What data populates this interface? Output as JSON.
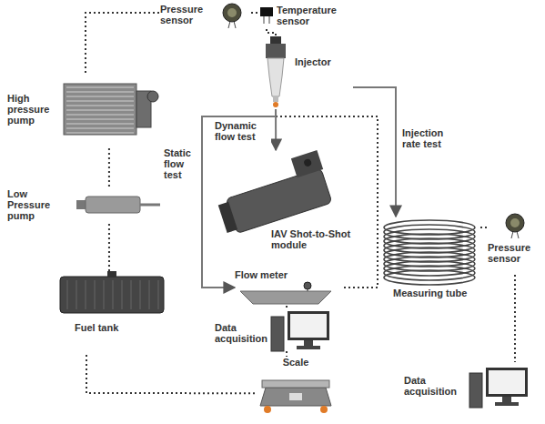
{
  "diagram": {
    "nodes": [
      {
        "text": [
          "Pressure sensor"
        ]
      },
      {
        "text": [
          "Temperature sensor"
        ]
      },
      {
        "text": [
          "Injector"
        ]
      },
      {
        "text": [
          "High pressure pump"
        ]
      },
      {
        "text": [
          "Low Pressure pump"
        ]
      },
      {
        "text": [
          "Fuel tank"
        ]
      },
      {
        "text": [
          "IAV Shot-to-Shot module"
        ]
      },
      {
        "text": [
          "Flow meter"
        ]
      },
      {
        "text": [
          "Measuring tube"
        ]
      },
      {
        "text": [
          "Pressure sensor"
        ]
      },
      {
        "text": [
          "Data acquisition"
        ]
      },
      {
        "text": [
          "Scale"
        ]
      },
      {
        "text": [
          "Data acquisition"
        ]
      }
    ],
    "edges": [
      {
        "from": 3,
        "to": 0,
        "arrow": "none"
      },
      {
        "from": 0,
        "to": 1,
        "arrow": "none"
      },
      {
        "from": 1,
        "to": 2,
        "arrow": "none"
      },
      {
        "from": 2,
        "to": 6,
        "arrow": "to",
        "label": "Dynamic flow test"
      },
      {
        "from": 2,
        "to": 7,
        "arrow": "to",
        "label": "Static flow test"
      },
      {
        "from": 2,
        "to": 8,
        "arrow": "to",
        "label": "Injection rate test"
      },
      {
        "from": 7,
        "to": 10,
        "arrow": "none"
      },
      {
        "from": 10,
        "to": 11,
        "arrow": "none"
      },
      {
        "from": 5,
        "to": 4,
        "arrow": "none"
      },
      {
        "from": 4,
        "to": 3,
        "arrow": "none"
      },
      {
        "from": 5,
        "to": 11,
        "arrow": "none"
      },
      {
        "from": 9,
        "to": 12,
        "arrow": "none"
      },
      {
        "from": 8,
        "to": 9,
        "arrow": "none"
      }
    ]
  }
}
